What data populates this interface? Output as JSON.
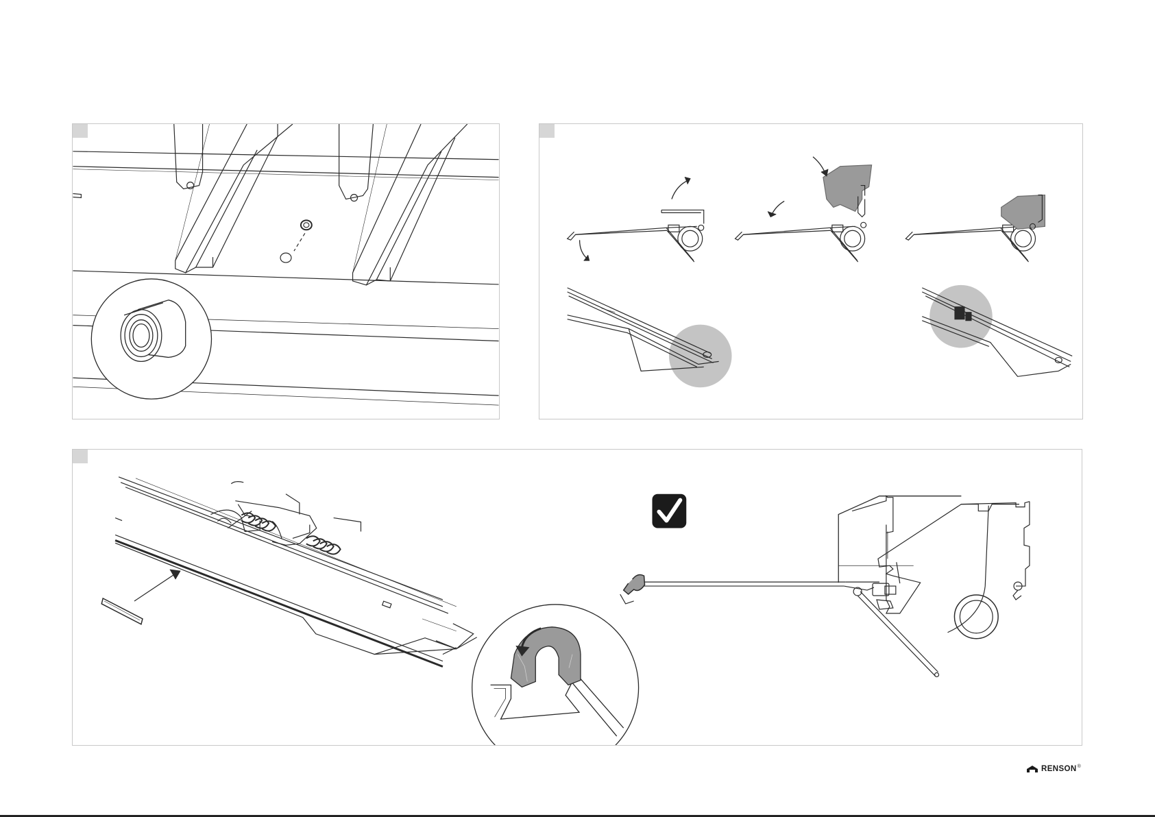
{
  "document": {
    "panels": [
      {
        "name": "step-1",
        "illustration": "insert-grommet"
      },
      {
        "name": "step-2",
        "illustration": "cassette-closing-sequence"
      },
      {
        "name": "step-3",
        "illustration": "insert-pin-and-attach-clip"
      }
    ],
    "brand": {
      "logo_text": "RENSON",
      "logo_mark": "®"
    },
    "colors": {
      "line": "#2a2a2a",
      "panel_border": "#c8c8c8",
      "tab": "#d6d6d6",
      "highlight": "#c4c4c4",
      "fill_grey": "#9a9a9a",
      "check_box": "#1b1b1b"
    },
    "icons": [
      "check-icon",
      "rotate-arrow-icon",
      "arrow-icon",
      "renson-logo-icon"
    ]
  }
}
